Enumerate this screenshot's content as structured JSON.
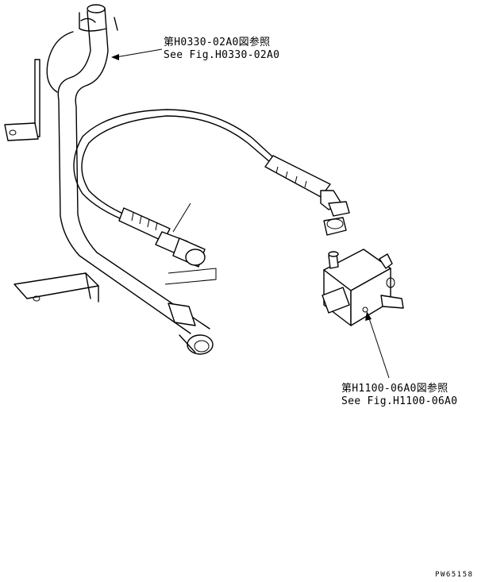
{
  "callouts": [
    {
      "jp": "第H0330-02A0図参照",
      "en": "See Fig.H0330-02A0"
    },
    {
      "jp": "第H1100-06A0図参照",
      "en": "See Fig.H1100-06A0"
    }
  ],
  "drawing_code": "PW65158"
}
